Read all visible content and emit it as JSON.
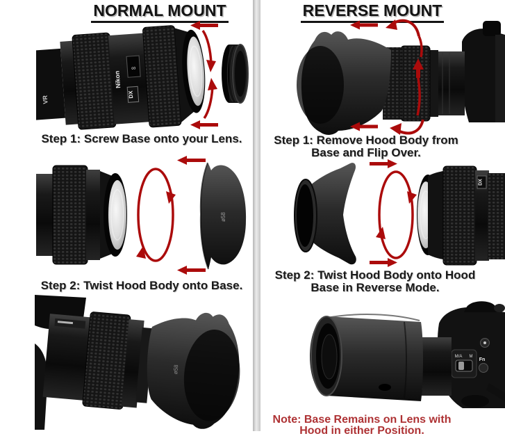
{
  "normal": {
    "title": "NORMAL MOUNT",
    "step1_caption": "Step 1: Screw Base onto your Lens.",
    "step2_caption": "Step 2: Twist Hood Body onto Base."
  },
  "reverse": {
    "title": "REVERSE MOUNT",
    "step1_caption_line1": "Step 1: Remove Hood Body from",
    "step1_caption_line2": "Base and Flip Over.",
    "step2_caption_line1": "Step 2: Twist Hood Body onto Hood",
    "step2_caption_line2": "Base in Reverse Mode.",
    "note_line1": "Note: Base Remains on Lens with",
    "note_line2": "Hood in either Position."
  },
  "lens_markings": {
    "brand": "Nikon",
    "format_badge": "DX",
    "vr_badge": "VR",
    "focus_window": "∞"
  },
  "hood_marking": "ø58",
  "camera_markings": {
    "focus_switch_auto": "M/A",
    "focus_switch_manual": "M",
    "fn_button": "Fn"
  },
  "colors": {
    "arrow_red": "#AB0B0B",
    "note_red": "#AE3234",
    "title_black": "#141414",
    "divider_gray": "#C6C6C6"
  }
}
